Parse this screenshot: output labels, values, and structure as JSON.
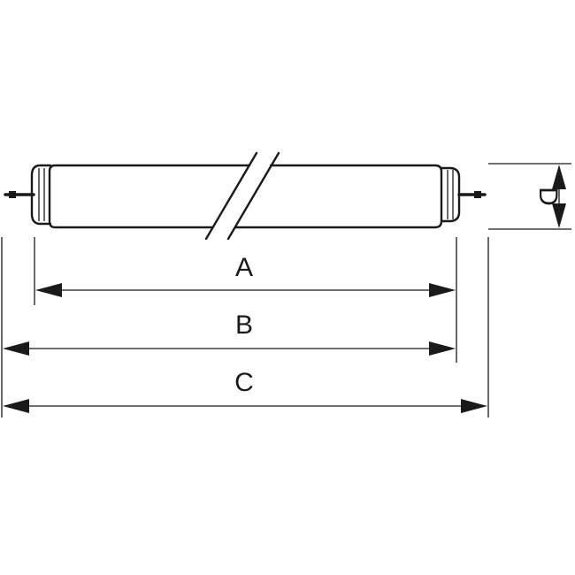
{
  "dimensions": {
    "a": "A",
    "b": "B",
    "c": "C",
    "d": "D"
  },
  "colors": {
    "line": "#1a1a1a",
    "background": "#ffffff"
  }
}
